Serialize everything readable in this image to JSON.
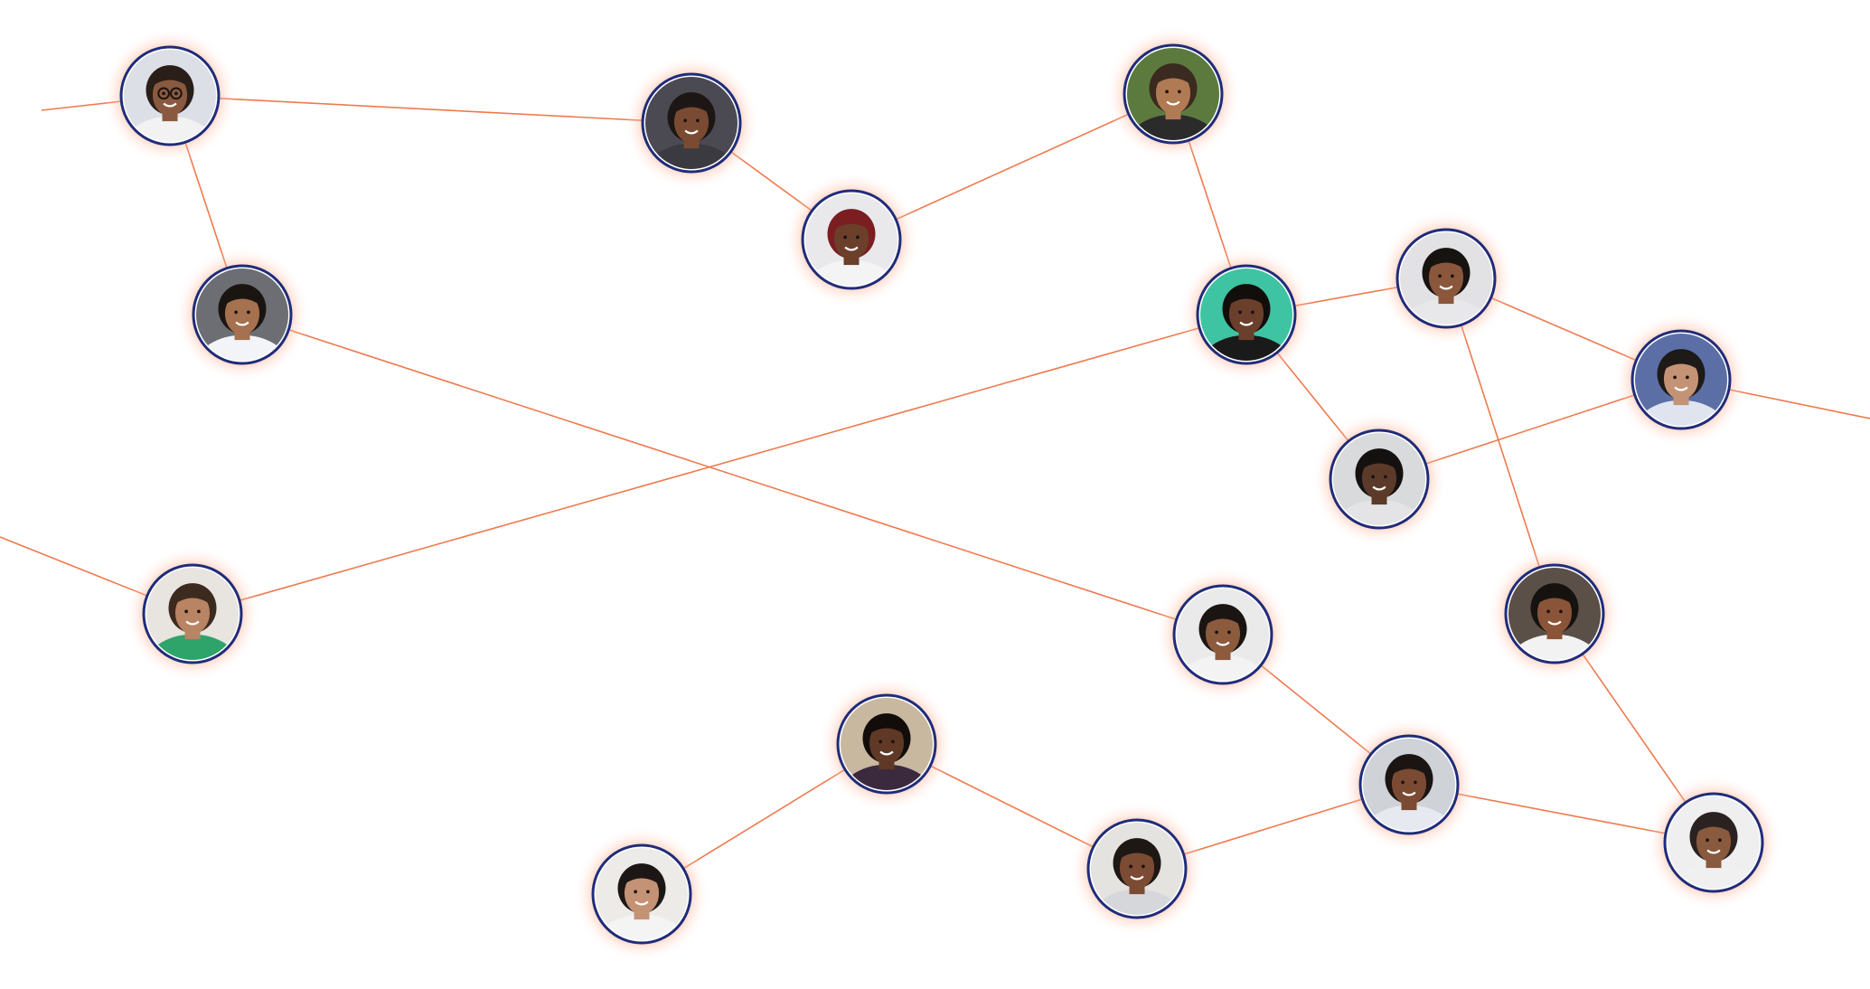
{
  "colors": {
    "edge": "#ee7a4e",
    "ring": "#1f2c7a",
    "glow": "#ffd6c7",
    "background": "#ffffff"
  },
  "nodes": [
    {
      "id": "n1",
      "bg": "#dcdfe6",
      "skin": "#8a5a40",
      "hair": "#2a1e18",
      "shirt": "#f2f2f2",
      "glasses": true
    },
    {
      "id": "n2",
      "bg": "#4b4a52",
      "skin": "#7a4b32",
      "hair": "#1c1714",
      "shirt": "#3a3a40"
    },
    {
      "id": "n3",
      "bg": "#5c7a3e",
      "skin": "#b07a55",
      "hair": "#3a2a1f",
      "shirt": "#2b2b2b"
    },
    {
      "id": "n4",
      "bg": "#e9e9ec",
      "skin": "#6b3f2a",
      "hair": "#7a1e22",
      "shirt": "#f4f4f4"
    },
    {
      "id": "n5",
      "bg": "#6d6e73",
      "skin": "#a5714f",
      "hair": "#1b1512",
      "shirt": "#f2f4f8"
    },
    {
      "id": "n6",
      "bg": "#3fc4a3",
      "skin": "#6a3f2c",
      "hair": "#120e0c",
      "shirt": "#1a1a1a"
    },
    {
      "id": "n7",
      "bg": "#e2e2e4",
      "skin": "#8a573c",
      "hair": "#171311",
      "shirt": "#e8e8ea"
    },
    {
      "id": "n8",
      "bg": "#5b6fa6",
      "skin": "#c49376",
      "hair": "#1e1a18",
      "shirt": "#dfe4ef"
    },
    {
      "id": "n9",
      "bg": "#d9dadc",
      "skin": "#5c3a29",
      "hair": "#151110",
      "shirt": "#e4e4e6"
    },
    {
      "id": "n10",
      "bg": "#e8e4e0",
      "skin": "#b88463",
      "hair": "#3d2a1e",
      "shirt": "#2ea36a"
    },
    {
      "id": "n11",
      "bg": "#eaeaea",
      "skin": "#8c5a3d",
      "hair": "#1a1512",
      "shirt": "#f3f3f3"
    },
    {
      "id": "n12",
      "bg": "#5a5048",
      "skin": "#8a5438",
      "hair": "#161210",
      "shirt": "#f2f2f2"
    },
    {
      "id": "n13",
      "bg": "#c8b8a0",
      "skin": "#5f3826",
      "hair": "#120d0b",
      "shirt": "#3b2a3e"
    },
    {
      "id": "n14",
      "bg": "#cfd2d6",
      "skin": "#7a4a33",
      "hair": "#1a1512",
      "shirt": "#e6e9ef"
    },
    {
      "id": "n15",
      "bg": "#ecebe8",
      "skin": "#c49275",
      "hair": "#1c1715",
      "shirt": "#f4f4f4"
    },
    {
      "id": "n16",
      "bg": "#e5e3e0",
      "skin": "#7b4b33",
      "hair": "#1e1814",
      "shirt": "#d5d7db"
    },
    {
      "id": "n17",
      "bg": "#efefef",
      "skin": "#8a5a3e",
      "hair": "#2a2220",
      "shirt": "#f0f0f0"
    }
  ],
  "edges": [
    [
      "left-edge-top",
      "n1"
    ],
    [
      "n1",
      "n2"
    ],
    [
      "n1",
      "n5"
    ],
    [
      "n2",
      "n4"
    ],
    [
      "n4",
      "n3"
    ],
    [
      "n3",
      "n6"
    ],
    [
      "n6",
      "n7"
    ],
    [
      "n6",
      "n9"
    ],
    [
      "n6",
      "n10"
    ],
    [
      "n7",
      "n8"
    ],
    [
      "n7",
      "n12"
    ],
    [
      "n8",
      "n9"
    ],
    [
      "n8",
      "right-edge"
    ],
    [
      "n5",
      "n11"
    ],
    [
      "n10",
      "left-edge-mid"
    ],
    [
      "n11",
      "n14"
    ],
    [
      "n14",
      "n16"
    ],
    [
      "n14",
      "n17"
    ],
    [
      "n12",
      "n17"
    ],
    [
      "n13",
      "n15"
    ],
    [
      "n13",
      "n16"
    ]
  ]
}
